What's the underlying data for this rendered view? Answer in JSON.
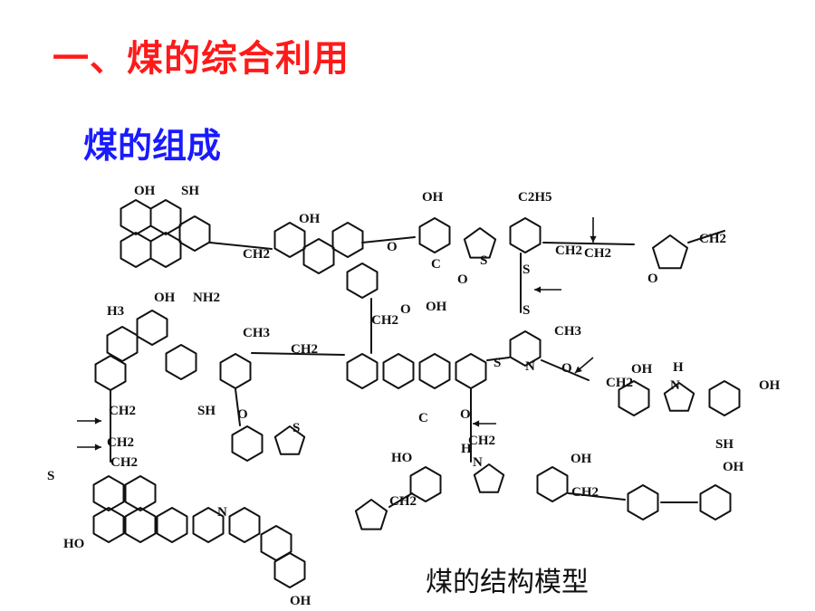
{
  "slide": {
    "title": "一、煤的综合利用",
    "subtitle": "煤的组成",
    "caption": "煤的结构模型",
    "title_color": "#ff1a1a",
    "subtitle_color": "#1a1aff"
  },
  "structure_labels": [
    "OH",
    "SH",
    "OH",
    "C2H5",
    "OH",
    "CH2",
    "CH2",
    "CH2",
    "O",
    "S",
    "CH2",
    "OH",
    "NH2",
    "O",
    "C",
    "O",
    "OH",
    "O",
    "S",
    "S",
    "H3",
    "CH3",
    "CH2",
    "CH2",
    "CH2",
    "CH3",
    "S",
    "N",
    "O",
    "OH",
    "H",
    "N",
    "OH",
    "CH2",
    "SH",
    "O",
    "S",
    "C",
    "O",
    "CH2",
    "CH2",
    "CH2",
    "SH",
    "HO",
    "H",
    "N",
    "OH",
    "CH2",
    "CH2",
    "OH",
    "S",
    "N",
    "HO",
    "OH"
  ]
}
